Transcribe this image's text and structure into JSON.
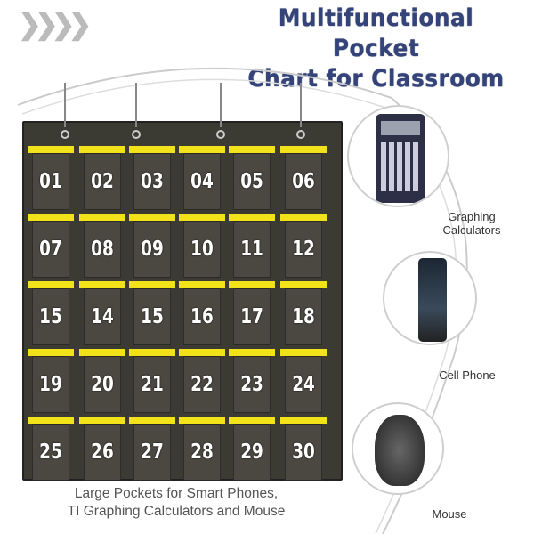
{
  "title_line1": "Multifunctional Pocket",
  "title_line2": "Chart for Classroom",
  "pockets": [
    "01",
    "02",
    "03",
    "04",
    "05",
    "06",
    "07",
    "08",
    "09",
    "10",
    "11",
    "12",
    "15",
    "14",
    "15",
    "16",
    "17",
    "18",
    "19",
    "20",
    "21",
    "22",
    "23",
    "24",
    "25",
    "26",
    "27",
    "28",
    "29",
    "30"
  ],
  "caption_line1": "Large Pockets for Smart Phones,",
  "caption_line2": "TI Graphing Calculators and Mouse",
  "features": {
    "calculator_line1": "Graphing",
    "calculator_line2": "Calculators",
    "phone": "Cell Phone",
    "mouse": "Mouse"
  },
  "colors": {
    "title": "#34447a",
    "fabric": "#3b3a33",
    "strip": "#f1e21a"
  }
}
